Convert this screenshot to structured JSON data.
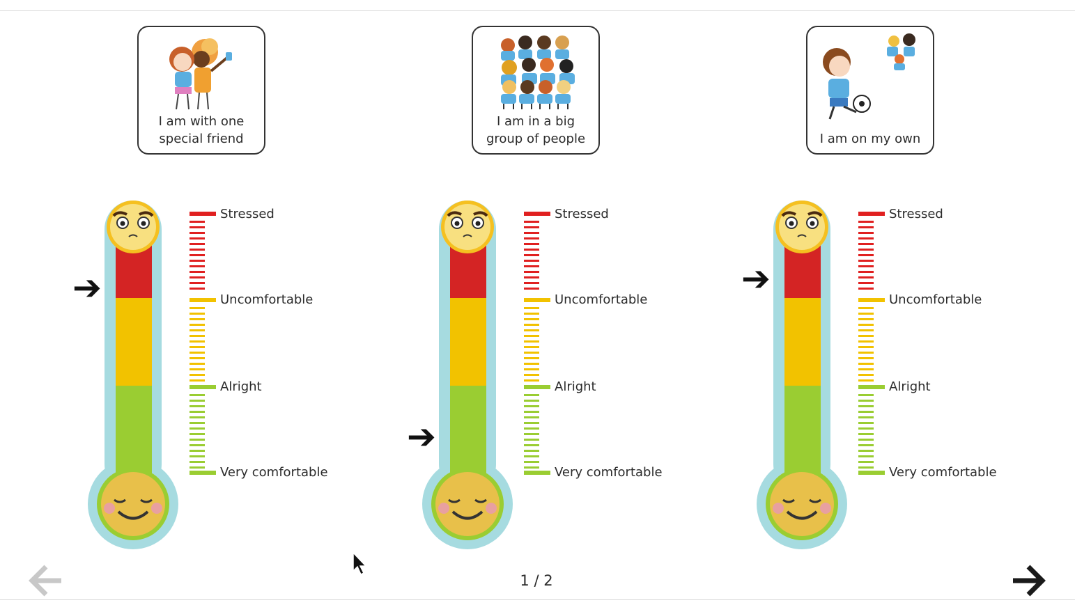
{
  "pager": {
    "current": 1,
    "total": 2,
    "label": "1 / 2"
  },
  "navigation": {
    "prev_icon": "arrow-left-icon",
    "next_icon": "arrow-right-icon",
    "prev_enabled": false,
    "next_enabled": true
  },
  "scale": {
    "levels": [
      "Stressed",
      "Uncomfortable",
      "Alright",
      "Very comfortable"
    ],
    "colors": {
      "stressed": "#e02020",
      "uncomfortable": "#f2c200",
      "comfortable": "#9acd32",
      "tube_outer": "#a6dbe0"
    }
  },
  "thermometers": [
    {
      "caption": "I am with one\nspecial friend",
      "icon": "two-friends-illustration",
      "level": "Uncomfortable",
      "value": 0.7
    },
    {
      "caption": "I am in a big\ngroup of people",
      "icon": "crowd-illustration",
      "level": "Very comfortable",
      "value": 0.15
    },
    {
      "caption": "I am on my own",
      "icon": "boy-with-ball-illustration",
      "level": "Stressed",
      "value": 0.75
    }
  ]
}
